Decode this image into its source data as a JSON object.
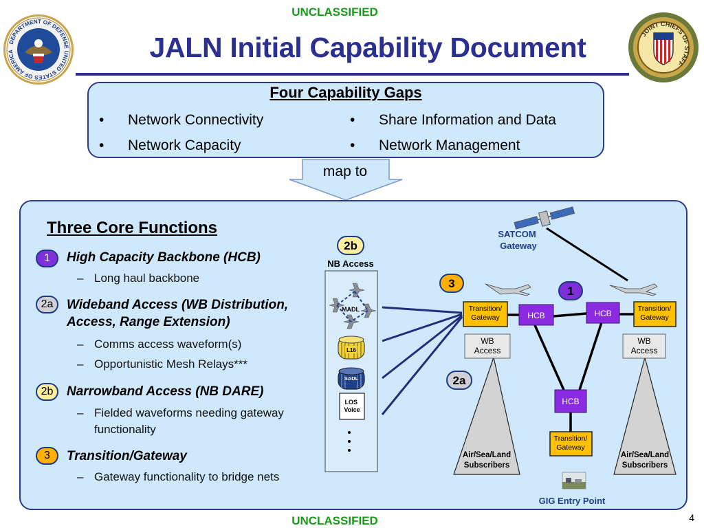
{
  "classification": "UNCLASSIFIED",
  "title": "JALN Initial Capability Document",
  "logos": {
    "left": "department-of-defense-seal",
    "left_text": "DEPARTMENT OF DEFENSE UNITED STATES OF AMERICA",
    "right": "joint-chiefs-of-staff-seal",
    "right_text": "JOINT CHIEFS OF STAFF"
  },
  "gaps": {
    "heading": "Four Capability Gaps",
    "items": [
      "Network Connectivity",
      "Network Capacity",
      "Share Information and Data",
      "Network Management"
    ]
  },
  "map_label": "map to",
  "core": {
    "heading": "Three Core Functions",
    "functions": [
      {
        "badge": "1",
        "title": "High Capacity Backbone (HCB)",
        "subs": [
          "Long haul backbone"
        ]
      },
      {
        "badge": "2a",
        "title": "Wideband Access (WB Distribution, Access, Range Extension)",
        "subs": [
          "Comms access waveform(s)",
          "Opportunistic Mesh Relays***"
        ]
      },
      {
        "badge": "2b",
        "title": "Narrowband Access (NB DARE)",
        "subs": [
          "Fielded waveforms needing gateway functionality"
        ]
      },
      {
        "badge": "3",
        "title": "Transition/Gateway",
        "subs": [
          "Gateway functionality to bridge nets"
        ]
      }
    ]
  },
  "diagram": {
    "nb_badge": "2b",
    "nb_label": "NB Access",
    "nb_items": [
      "MADL",
      "L16",
      "SADL",
      "LOS Voice"
    ],
    "satcom": "SATCOM Gateway",
    "badge_3": "3",
    "badge_1": "1",
    "badge_2a": "2a",
    "transition": "Transition/ Gateway",
    "hcb": "HCB",
    "wb_access": "WB Access",
    "subscribers": "Air/Sea/Land Subscribers",
    "gig": "GIG Entry Point"
  },
  "page_number": "4",
  "colors": {
    "title": "#2b2f8f",
    "classification": "#1a9a1a",
    "panel": "#cfe8fb",
    "hcb": "#8a2be2",
    "gateway": "#ffc000"
  }
}
